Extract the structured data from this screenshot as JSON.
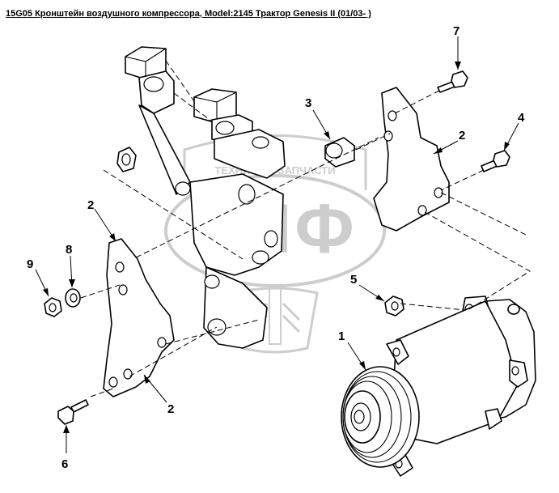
{
  "title": "15G05 Кронштейн воздушного компрессора, Model:2145 Трактор Genesis II (01/03- )",
  "watermark": {
    "top_text": "ТЕХНИКА И ЗАПЧАСТИ",
    "logo_text": "ЭЛФ",
    "color": "#c8c8c8"
  },
  "callouts": [
    "1",
    "2",
    "2",
    "2",
    "3",
    "4",
    "5",
    "6",
    "7",
    "8",
    "9"
  ]
}
